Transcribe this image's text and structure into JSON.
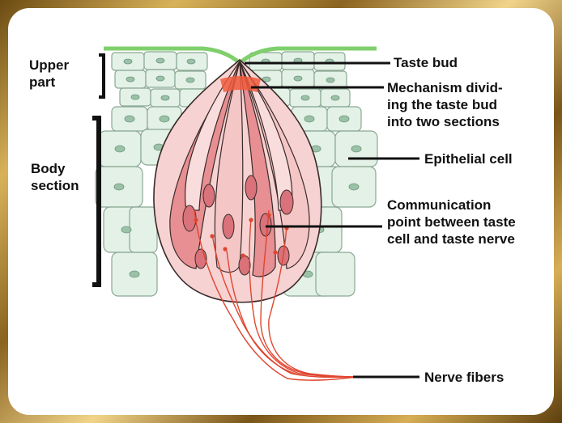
{
  "labels": {
    "upper_part": "Upper\npart",
    "body_section": "Body\nsection",
    "taste_bud": "Taste bud",
    "mechanism": "Mechanism divid-\ning the taste bud\ninto two sections",
    "epithelial_cell": "Epithelial cell",
    "communication_point": "Communication\npoint between taste\ncell and taste nerve",
    "nerve_fibers": "Nerve fibers"
  },
  "colors": {
    "frame": "#c9a24a",
    "epithelium_fill": "#e3f1e6",
    "epithelium_stroke": "#8aa894",
    "surface": "#7fcf6c",
    "taste_cell_light": "#f6d3d2",
    "taste_cell_dark": "#e78f92",
    "nerve": "#e0452f",
    "bracket": "#111111"
  }
}
